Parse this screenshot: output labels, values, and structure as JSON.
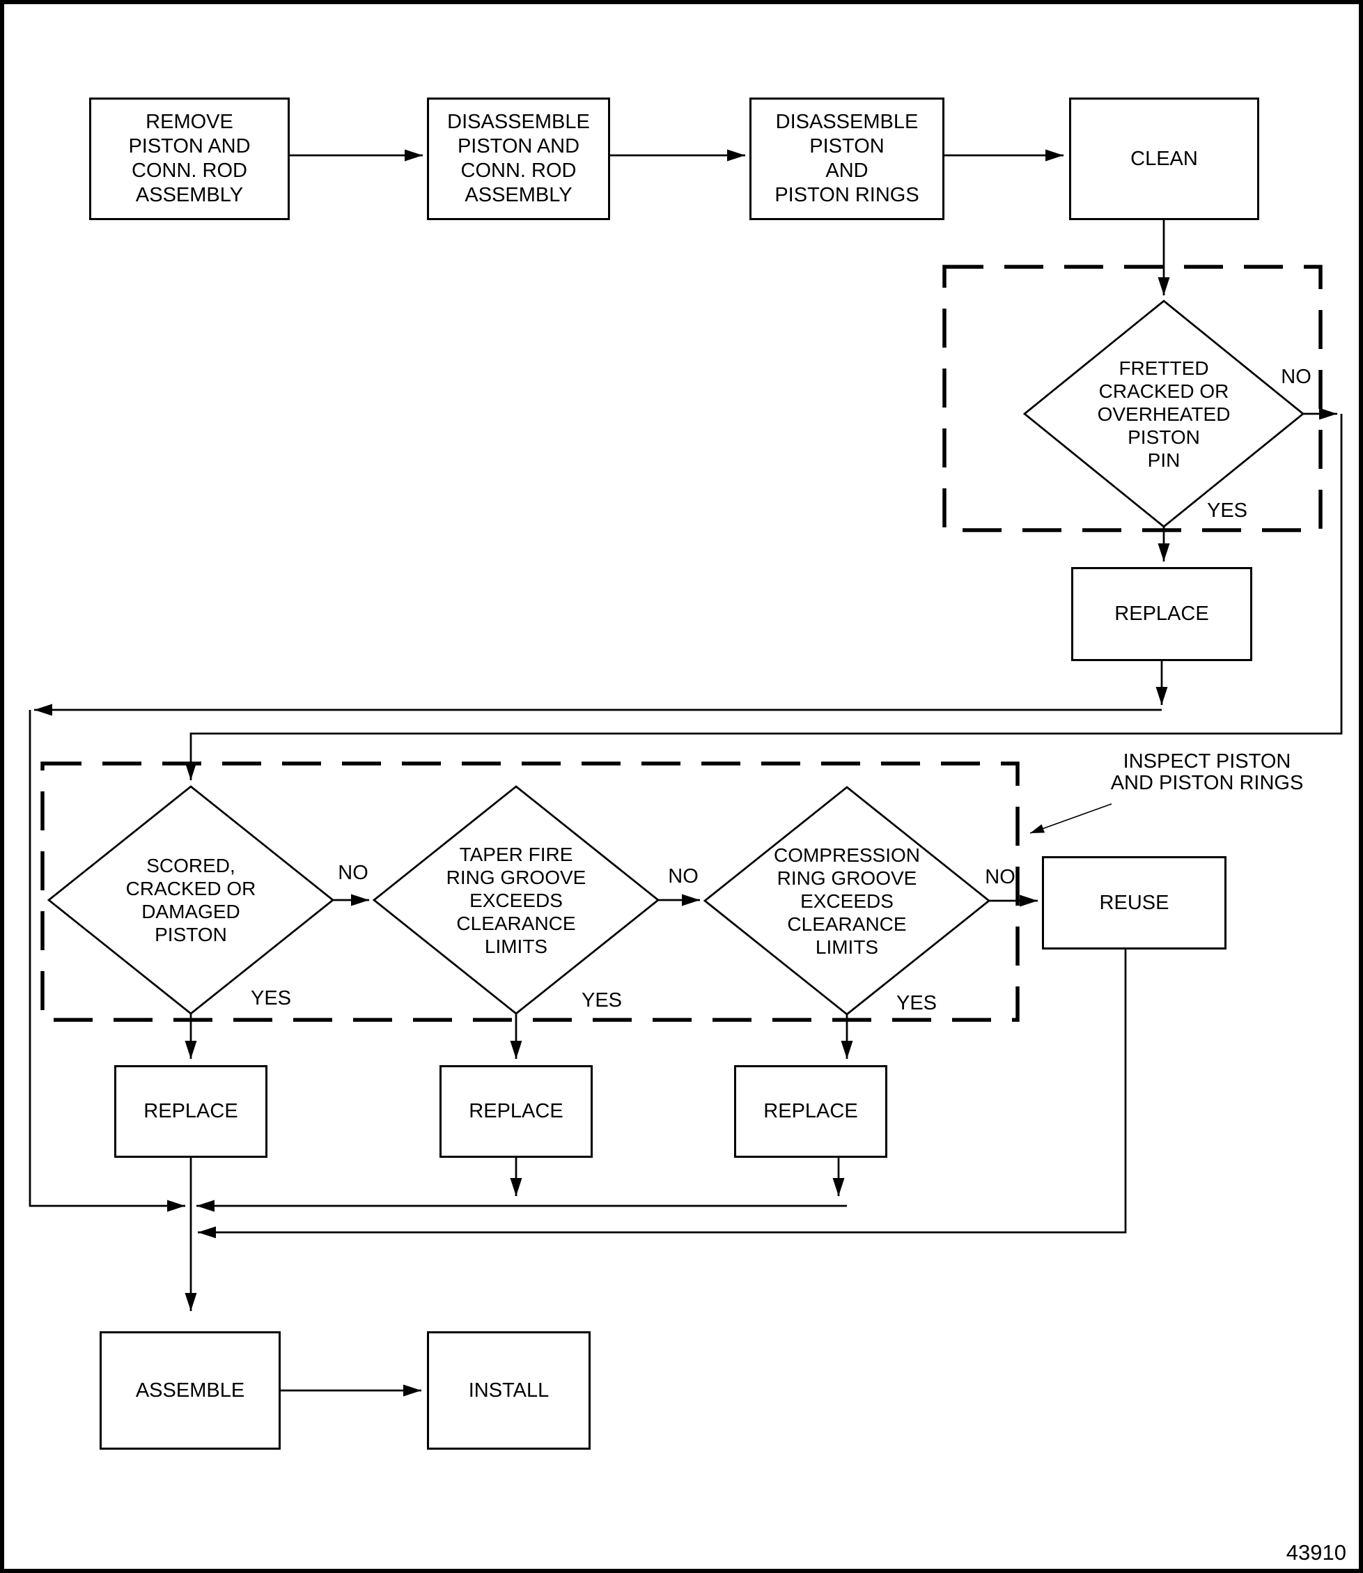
{
  "figure": {
    "number": "43910"
  },
  "colors": {
    "line": "#000000",
    "background": "#ffffff"
  },
  "boxes": {
    "remove": "REMOVE\nPISTON AND\nCONN. ROD\nASSEMBLY",
    "disassemble_rod": "DISASSEMBLE\nPISTON AND\nCONN. ROD\nASSEMBLY",
    "disassemble_rings": "DISASSEMBLE\nPISTON\nAND\nPISTON RINGS",
    "clean": "CLEAN",
    "replace_pin": "REPLACE",
    "reuse": "REUSE",
    "replace_piston": "REPLACE",
    "replace_taper": "REPLACE",
    "replace_compression": "REPLACE",
    "assemble": "ASSEMBLE",
    "install": "INSTALL"
  },
  "decisions": {
    "piston_pin": "FRETTED\nCRACKED OR\nOVERHEATED\nPISTON\nPIN",
    "scored_piston": "SCORED,\nCRACKED OR\nDAMAGED\nPISTON",
    "taper_groove": "TAPER FIRE\nRING GROOVE\nEXCEEDS\nCLEARANCE\nLIMITS",
    "compression_groove": "COMPRESSION\nRING GROOVE\nEXCEEDS\nCLEARANCE\nLIMITS"
  },
  "labels": {
    "yes": "YES",
    "no": "NO",
    "inspect_note": "INSPECT PISTON\nAND PISTON RINGS"
  }
}
